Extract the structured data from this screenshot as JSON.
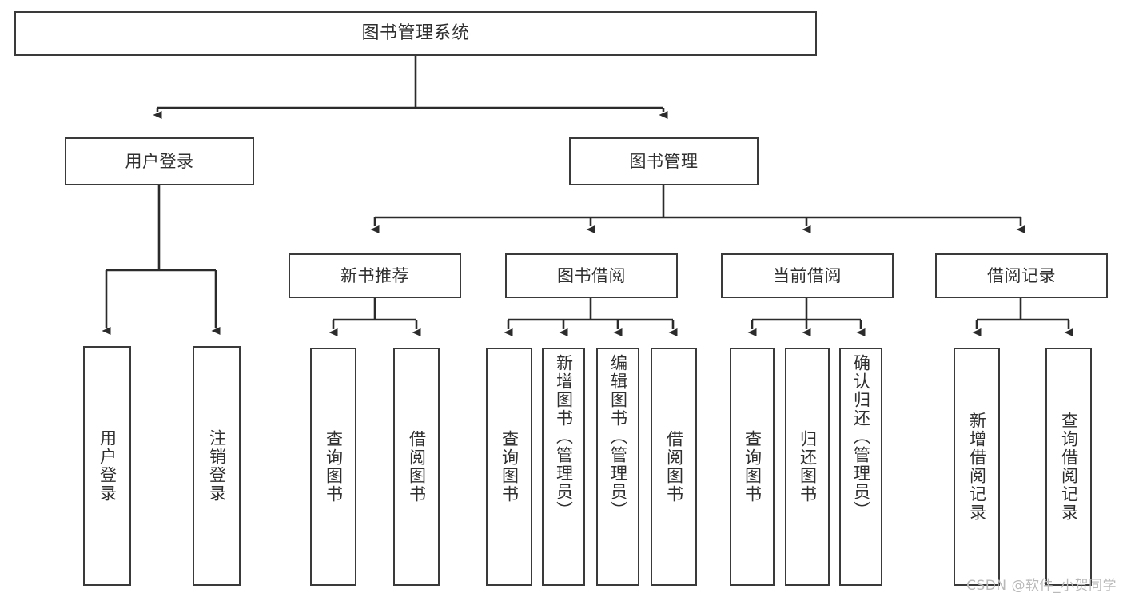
{
  "diagram": {
    "type": "tree-hierarchy",
    "title": "图书管理系统",
    "watermark": "CSDN @软件_小贺同学",
    "colors": {
      "background": "#ffffff",
      "box_border": "#3a3a3a",
      "connector_line": "#2b2b2b",
      "text": "#2f2f2f",
      "watermark": "#b9b9b9"
    },
    "nodes": {
      "root": {
        "label": "图书管理系统"
      },
      "level1": [
        {
          "id": "user-login",
          "label": "用户登录"
        },
        {
          "id": "book-management",
          "label": "图书管理"
        }
      ],
      "level2": [
        {
          "id": "new-book-recommend",
          "label": "新书推荐"
        },
        {
          "id": "book-borrow",
          "label": "图书借阅"
        },
        {
          "id": "current-borrow",
          "label": "当前借阅"
        },
        {
          "id": "borrow-record",
          "label": "借阅记录"
        }
      ],
      "leaves": {
        "user-login": [
          {
            "id": "leaf-user-login",
            "label": "用户登录"
          },
          {
            "id": "leaf-logout",
            "label": "注销登录"
          }
        ],
        "new-book-recommend": [
          {
            "id": "leaf-query-book-1",
            "label": "查询图书"
          },
          {
            "id": "leaf-borrow-book-1",
            "label": "借阅图书"
          }
        ],
        "book-borrow": [
          {
            "id": "leaf-query-book-2",
            "label": "查询图书"
          },
          {
            "id": "leaf-add-book",
            "label": "新增图书（管理员）"
          },
          {
            "id": "leaf-edit-book",
            "label": "编辑图书（管理员）"
          },
          {
            "id": "leaf-borrow-book-2",
            "label": "借阅图书"
          }
        ],
        "current-borrow": [
          {
            "id": "leaf-query-book-3",
            "label": "查询图书"
          },
          {
            "id": "leaf-return-book",
            "label": "归还图书"
          },
          {
            "id": "leaf-confirm-return",
            "label": "确认归还（管理员）"
          }
        ],
        "borrow-record": [
          {
            "id": "leaf-add-record",
            "label": "新增借阅记录"
          },
          {
            "id": "leaf-query-record",
            "label": "查询借阅记录"
          }
        ]
      }
    },
    "edges": [
      {
        "from": "图书管理系统",
        "to": "用户登录"
      },
      {
        "from": "图书管理系统",
        "to": "图书管理"
      },
      {
        "from": "用户登录",
        "to": "用户登录"
      },
      {
        "from": "用户登录",
        "to": "注销登录"
      },
      {
        "from": "图书管理",
        "to": "新书推荐"
      },
      {
        "from": "图书管理",
        "to": "图书借阅"
      },
      {
        "from": "图书管理",
        "to": "当前借阅"
      },
      {
        "from": "图书管理",
        "to": "借阅记录"
      },
      {
        "from": "新书推荐",
        "to": "查询图书"
      },
      {
        "from": "新书推荐",
        "to": "借阅图书"
      },
      {
        "from": "图书借阅",
        "to": "查询图书"
      },
      {
        "from": "图书借阅",
        "to": "新增图书（管理员）"
      },
      {
        "from": "图书借阅",
        "to": "编辑图书（管理员）"
      },
      {
        "from": "图书借阅",
        "to": "借阅图书"
      },
      {
        "from": "当前借阅",
        "to": "查询图书"
      },
      {
        "from": "当前借阅",
        "to": "归还图书"
      },
      {
        "from": "当前借阅",
        "to": "确认归还（管理员）"
      },
      {
        "from": "借阅记录",
        "to": "新增借阅记录"
      },
      {
        "from": "借阅记录",
        "to": "查询借阅记录"
      }
    ]
  }
}
